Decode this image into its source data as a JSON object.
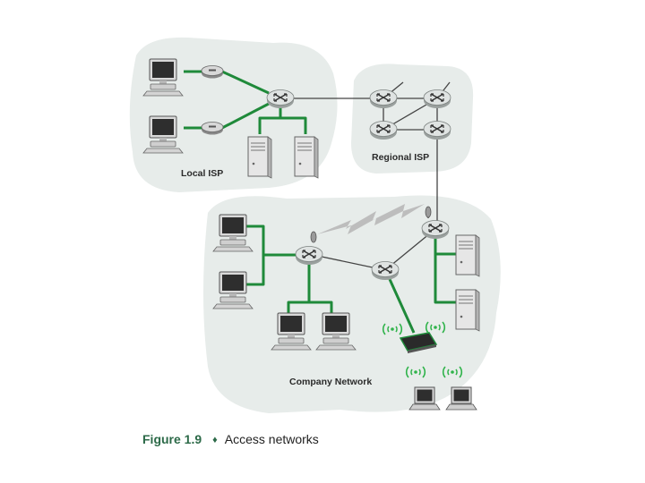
{
  "labels": {
    "local_isp": "Local ISP",
    "regional_isp": "Regional ISP",
    "company_network": "Company Network"
  },
  "caption": {
    "figure": "Figure 1.9",
    "bullet": "♦",
    "title": "Access networks"
  },
  "colors": {
    "cloud": "#e7ecea",
    "access_link": "#1f8a3a",
    "core_link": "#444444",
    "router": "#dfe3e2",
    "wireless_signal": "#2fb34a",
    "radio_bolt": "#b9b9b9"
  }
}
